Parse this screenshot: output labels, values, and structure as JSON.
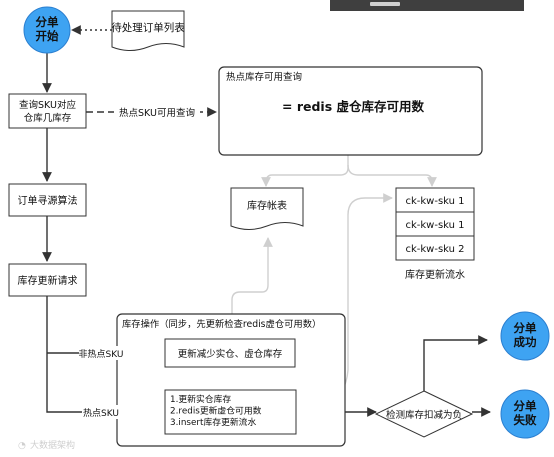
{
  "nodes": {
    "start": "分单\n开始",
    "pending_orders": "待处理订单列表",
    "query_sku": "查询SKU对应\n仓库几库存",
    "hot_query_box_title": "热点库存可用查询",
    "hot_query_formula": "= redis 虚仓库存可用数",
    "hot_sku_query": "热点SKU可用查询",
    "order_routing": "订单寻源算法",
    "stock_ledger": "库存帐表",
    "flow_items": [
      "ck-kw-sku 1",
      "ck-kw-sku 1",
      "ck-kw-sku 2"
    ],
    "flow_label": "库存更新流水",
    "stock_update_request": "库存更新请求",
    "operation_title": "库存操作（同步，先更新检查redis虚仓可用数）",
    "non_hot_sku": "非热点SKU",
    "non_hot_action": "更新减少实仓、虚仓库存",
    "hot_sku": "热点SKU",
    "hot_action": "1.更新实仓库存\n2.redis更新虚仓可用数\n3.insert库存更新流水",
    "check_negative": "检测库存扣减为负",
    "success": "分单\n成功",
    "failure": "分单\n失败"
  },
  "watermark": "大数据架构",
  "colors": {
    "terminal_fill": "#3ea3f2",
    "terminal_stroke": "#2b7fd0",
    "edge": "#444444",
    "edge_gray": "#cfcfcf"
  }
}
